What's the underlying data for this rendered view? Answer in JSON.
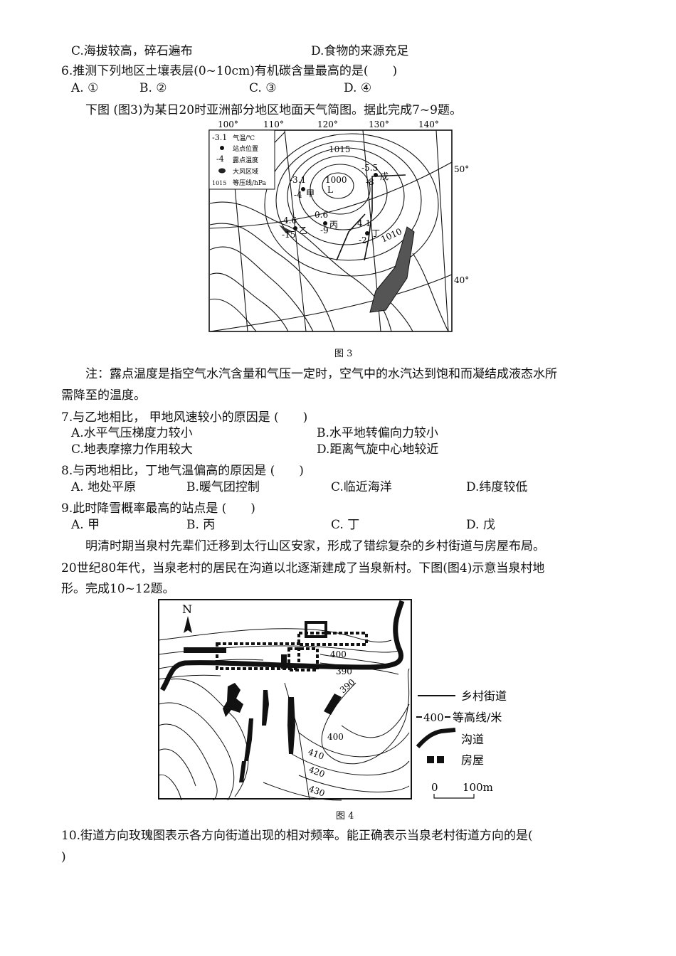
{
  "q5": {
    "option_c": "C.海拔较高，碎石遍布",
    "option_d": "D.食物的来源充足"
  },
  "q6": {
    "stem": "6.推测下列地区土壤表层(0~10cm)有机碳含量最高的是(　　)",
    "options": [
      "A.  ①",
      "B.  ②",
      "C.  ③",
      "D.  ④"
    ]
  },
  "intro_fig3": "下图 (图3)为某日20时亚洲部分地区地面天气简图。据此完成7~9题。",
  "fig3": {
    "caption": "图 3",
    "longitudes": [
      "100°",
      "110°",
      "120°",
      "130°",
      "140°"
    ],
    "latitudes": [
      "50°",
      "40°"
    ],
    "legend": {
      "temp_sample": "-3.1",
      "temp_label": "气温/℃",
      "station_label": "站点位置",
      "dew_sample": "-4",
      "dew_label": "露点温度",
      "wind_label": "大风区域",
      "isobar_sample": "1015",
      "isobar_label": "等压线/hPa"
    },
    "isobars": [
      "1015",
      "1000",
      "1010"
    ],
    "low_label": "L",
    "stations": [
      {
        "name": "甲",
        "temp": "-3.1",
        "dew": "-4"
      },
      {
        "name": "乙",
        "temp": "4.6",
        "dew": "-15"
      },
      {
        "name": "丙",
        "temp": "0.6",
        "dew": "-9"
      },
      {
        "name": "丁",
        "temp": "4.1",
        "dew": "-2"
      },
      {
        "name": "戊",
        "temp": "-5.5",
        "dew": "-8"
      }
    ]
  },
  "note": {
    "line1": "注：露点温度是指空气水汽含量和气压一定时，空气中的水汽达到饱和而凝结成液态水所",
    "line2": "需降至的温度。"
  },
  "q7": {
    "stem": "7.与乙地相比， 甲地风速较小的原因是 (　　)",
    "options": [
      "A.水平气压梯度力较小",
      "B.水平地转偏向力较小",
      "C.地表摩擦力作用较大",
      "D.距离气旋中心地较近"
    ]
  },
  "q8": {
    "stem": "8.与丙地相比，丁地气温偏高的原因是 (　　)",
    "options": [
      "A.  地处平原",
      "B.暖气团控制",
      "C.临近海洋",
      "D.纬度较低"
    ]
  },
  "q9": {
    "stem": "9.此时降雪概率最高的站点是 (　　)",
    "options": [
      "A.  甲",
      "B.  丙",
      "C.  丁",
      "D.  戊"
    ]
  },
  "passage": {
    "line1": "明清时期当泉村先辈们迁移到太行山区安家，形成了错综复杂的乡村街道与房屋布局。",
    "line2": "20世纪80年代，当泉老村的居民在沟道以北逐渐建成了当泉新村。下图(图4)示意当泉村地",
    "line3": "形。完成10~12题。"
  },
  "fig4": {
    "caption": "图 4",
    "north": "N",
    "contours": [
      "400",
      "390",
      "390",
      "400",
      "410",
      "420",
      "430"
    ],
    "legend": {
      "street": "乡村街道",
      "contour_sample": "400",
      "contour": "等高线/米",
      "gully": "沟道",
      "house": "房屋"
    },
    "scale": {
      "zero": "0",
      "length": "100m"
    }
  },
  "q10": {
    "line1": "10.街道方向玫瑰图表示各方向街道出现的相对频率。能正确表示当泉老村街道方向的是(",
    "line2": ")"
  }
}
